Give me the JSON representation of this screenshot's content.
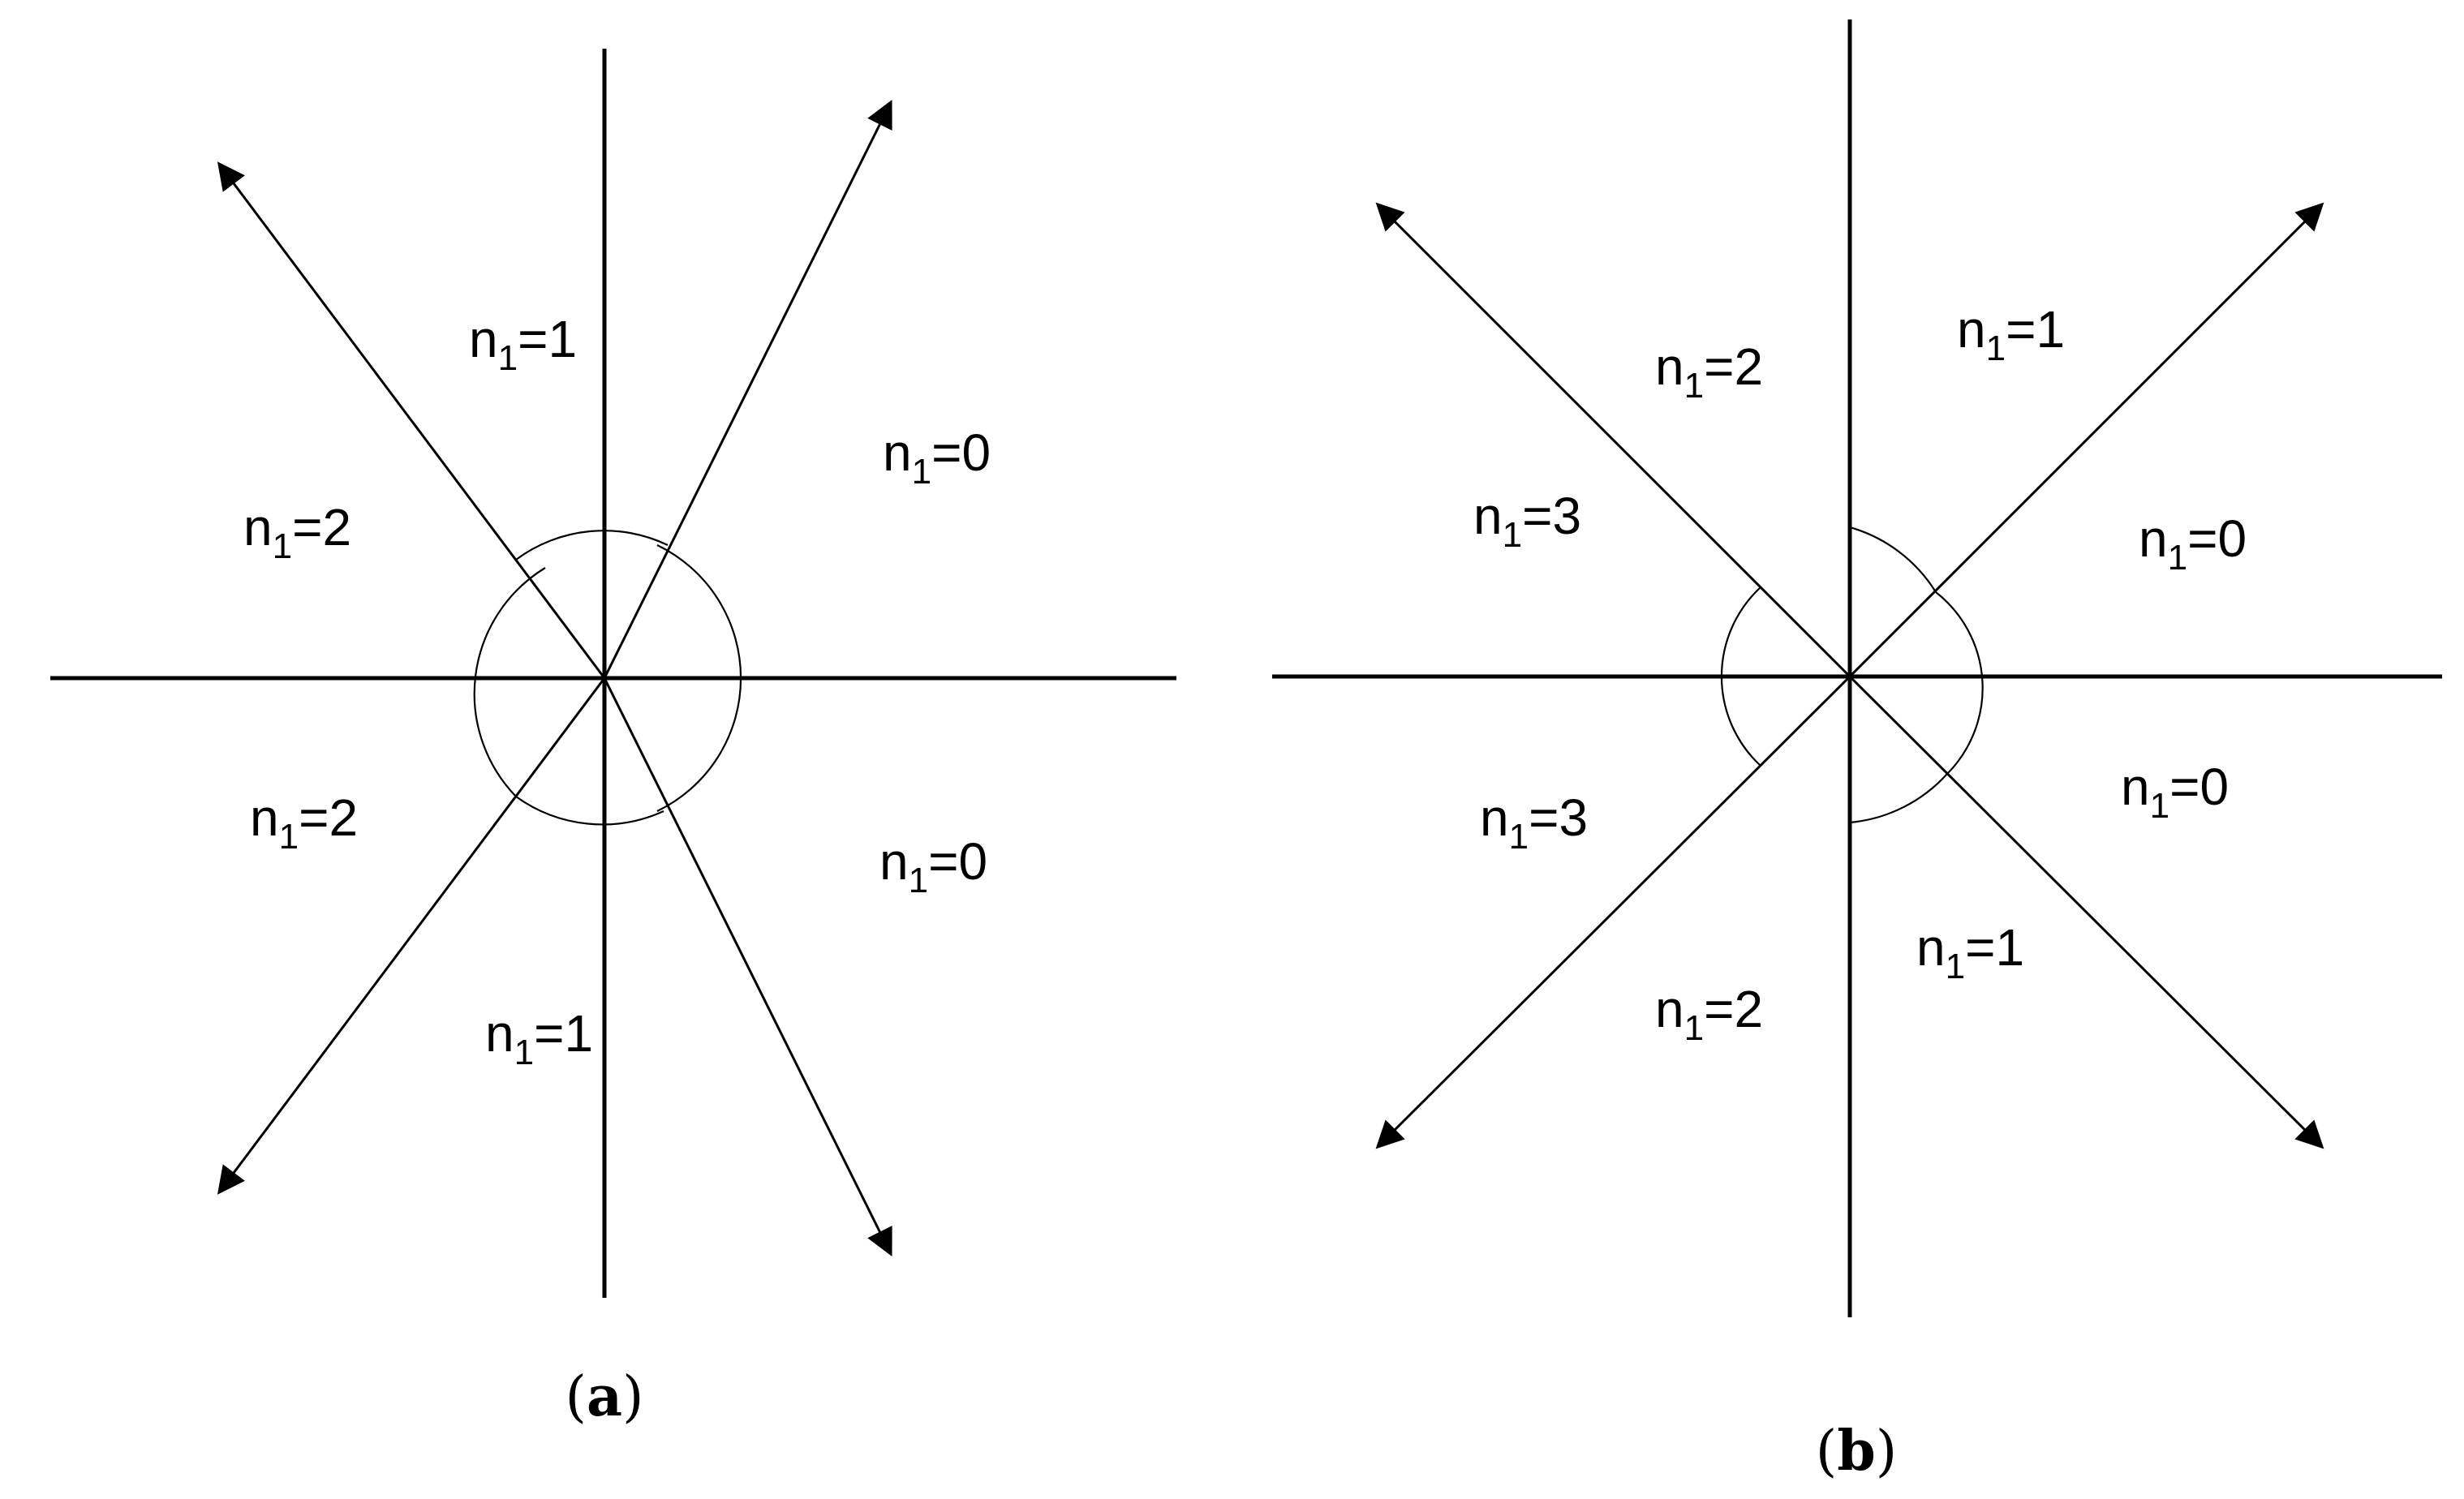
{
  "panels": [
    {
      "id": "a",
      "caption": {
        "open": "(",
        "letter": "a",
        "close": ")"
      },
      "labels": [
        {
          "base": "n",
          "sub": "1",
          "value": "=1"
        },
        {
          "base": "n",
          "sub": "1",
          "value": "=0"
        },
        {
          "base": "n",
          "sub": "1",
          "value": "=2"
        },
        {
          "base": "n",
          "sub": "1",
          "value": "=2"
        },
        {
          "base": "n",
          "sub": "1",
          "value": "=0"
        },
        {
          "base": "n",
          "sub": "1",
          "value": "=1"
        }
      ]
    },
    {
      "id": "b",
      "caption": {
        "open": "(",
        "letter": "b",
        "close": ")"
      },
      "labels": [
        {
          "base": "n",
          "sub": "1",
          "value": "=1"
        },
        {
          "base": "n",
          "sub": "1",
          "value": "=2"
        },
        {
          "base": "n",
          "sub": "1",
          "value": "=3"
        },
        {
          "base": "n",
          "sub": "1",
          "value": "=0"
        },
        {
          "base": "n",
          "sub": "1",
          "value": "=0"
        },
        {
          "base": "n",
          "sub": "1",
          "value": "=3"
        },
        {
          "base": "n",
          "sub": "1",
          "value": "=1"
        },
        {
          "base": "n",
          "sub": "1",
          "value": "=2"
        }
      ]
    }
  ]
}
